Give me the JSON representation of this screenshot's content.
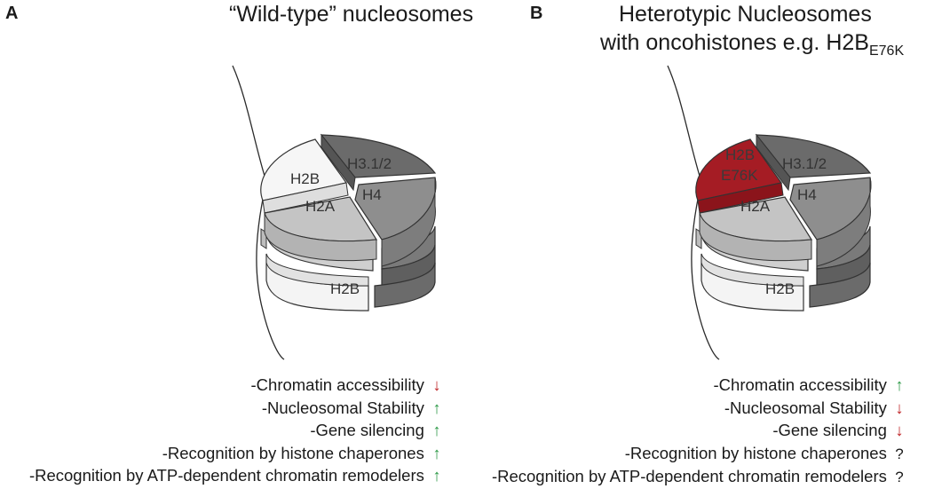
{
  "panel_a": {
    "label": "A",
    "title": "“Wild-type” nucleosomes",
    "histones": {
      "h31_2": "H3.1/2",
      "h2b_top": "H2B",
      "h2a": "H2A",
      "h4": "H4",
      "h2b_bottom": "H2B"
    },
    "effects": [
      {
        "text": "-Chromatin accessibility",
        "direction": "down",
        "symbol": "↓",
        "color": "#c0282b"
      },
      {
        "text": "-Nucleosomal Stability",
        "direction": "up",
        "symbol": "↑",
        "color": "#2e9a48"
      },
      {
        "text": "-Gene silencing",
        "direction": "up",
        "symbol": "↑",
        "color": "#2e9a48"
      },
      {
        "text": "-Recognition by histone chaperones",
        "direction": "up",
        "symbol": "↑",
        "color": "#2e9a48"
      },
      {
        "text": "-Recognition by ATP-dependent chromatin remodelers",
        "direction": "up",
        "symbol": "↑",
        "color": "#2e9a48"
      }
    ]
  },
  "panel_b": {
    "label": "B",
    "title_line1": "Heterotypic Nucleosomes",
    "title_line2": "with oncohistones e.g. H2B",
    "title_subscript": "E76K",
    "histones": {
      "h2b_mut": "H2B",
      "h2b_mut_variant": "E76K",
      "h31_2": "H3.1/2",
      "h2a": "H2A",
      "h4": "H4",
      "h2b_bottom": "H2B"
    },
    "effects": [
      {
        "text": "-Chromatin accessibility",
        "direction": "up",
        "symbol": "↑",
        "color": "#2e9a48"
      },
      {
        "text": "-Nucleosomal Stability",
        "direction": "down",
        "symbol": "↓",
        "color": "#c0282b"
      },
      {
        "text": "-Gene silencing",
        "direction": "down",
        "symbol": "↓",
        "color": "#c0282b"
      },
      {
        "text": "-Recognition by histone chaperones",
        "direction": "unknown",
        "symbol": "?",
        "color": "#1a1a1a"
      },
      {
        "text": "-Recognition by ATP-dependent chromatin remodelers",
        "direction": "unknown",
        "symbol": "?",
        "color": "#1a1a1a"
      }
    ]
  },
  "colors": {
    "h3": "#6b6b6b",
    "h4": "#8e8e8e",
    "h2a": "#c4c4c4",
    "h2b": "#f4f4f4",
    "oncohistone": "#a51c24"
  }
}
